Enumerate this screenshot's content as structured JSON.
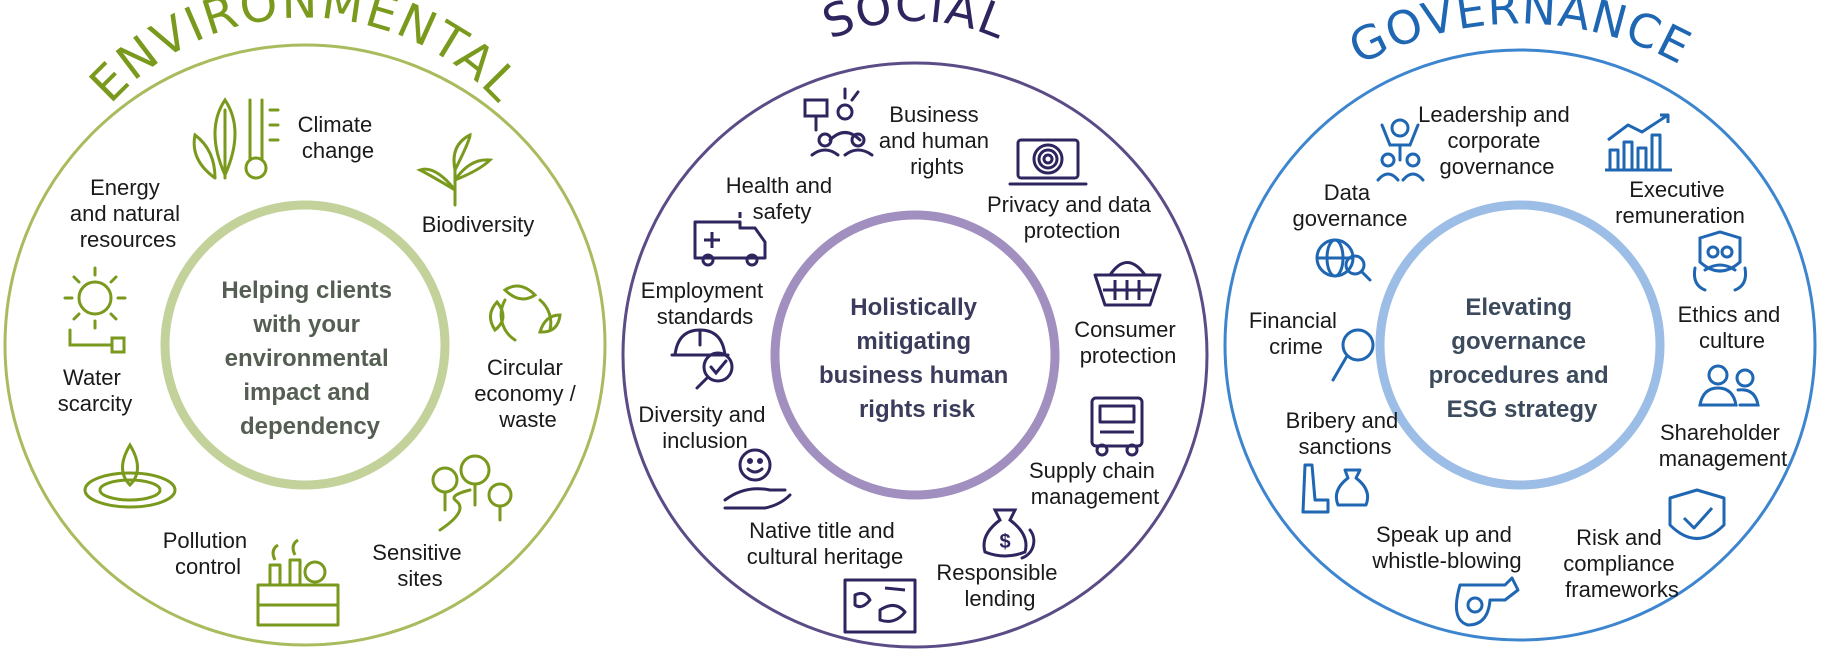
{
  "colors": {
    "environmental": "#7a9a1e",
    "environmental_inner": "#c3d19a",
    "environmental_center_text": "#555e52",
    "social": "#2f255e",
    "social_ring": "#5b4b86",
    "social_inner": "#a08fbf",
    "social_center_text": "#3b3b5c",
    "governance": "#1f66b3",
    "governance_ring": "#3d86cf",
    "governance_inner": "#9bbde6",
    "governance_center_text": "#3b4a5c",
    "label_text": "#1a1a1a"
  },
  "environmental": {
    "title": "ENVIRONMENTAL",
    "center": [
      "Helping clients",
      "with your",
      "environmental",
      "impact and",
      "dependency"
    ],
    "items": [
      {
        "lines": [
          "Climate",
          "change"
        ],
        "icon": "plant-thermometer-icon"
      },
      {
        "lines": [
          "Biodiversity"
        ],
        "icon": "leaf-sprout-icon"
      },
      {
        "lines": [
          "Circular",
          "economy /",
          "waste"
        ],
        "icon": "recycle-leaves-icon"
      },
      {
        "lines": [
          "Sensitive",
          "sites"
        ],
        "icon": "trees-path-icon"
      },
      {
        "lines": [
          "Pollution",
          "control"
        ],
        "icon": "factory-icon"
      },
      {
        "lines": [
          "Water",
          "scarcity"
        ],
        "icon": "water-drop-icon"
      },
      {
        "lines": [
          "Energy",
          "and natural",
          "resources"
        ],
        "icon": "sun-plug-icon"
      }
    ]
  },
  "social": {
    "title": "SOCIAL",
    "center": [
      "Holistically",
      "mitigating",
      "business human",
      "rights risk"
    ],
    "items": [
      {
        "lines": [
          "Business",
          "and human",
          "rights"
        ],
        "icon": "protest-people-icon"
      },
      {
        "lines": [
          "Privacy and data",
          "protection"
        ],
        "icon": "fingerprint-laptop-icon"
      },
      {
        "lines": [
          "Consumer",
          "protection"
        ],
        "icon": "shopping-basket-icon"
      },
      {
        "lines": [
          "Supply chain",
          "management"
        ],
        "icon": "truck-icon"
      },
      {
        "lines": [
          "Responsible",
          "lending"
        ],
        "icon": "money-bag-icon"
      },
      {
        "lines": [
          "Native title and",
          "cultural heritage"
        ],
        "icon": "map-icon"
      },
      {
        "lines": [
          "Diversity and",
          "inclusion"
        ],
        "icon": "smile-hand-icon"
      },
      {
        "lines": [
          "Employment",
          "standards"
        ],
        "icon": "hardhat-check-icon"
      },
      {
        "lines": [
          "Health and",
          "safety"
        ],
        "icon": "ambulance-icon"
      }
    ]
  },
  "governance": {
    "title": "GOVERNANCE",
    "center": [
      "Elevating",
      "governance",
      "procedures and",
      "ESG strategy"
    ],
    "items": [
      {
        "lines": [
          "Leadership and",
          "corporate",
          "governance"
        ],
        "icon": "leadership-people-icon"
      },
      {
        "lines": [
          "Executive",
          "remuneration"
        ],
        "icon": "bar-chart-growth-icon"
      },
      {
        "lines": [
          "Ethics and",
          "culture"
        ],
        "icon": "people-shield-icon"
      },
      {
        "lines": [
          "Shareholder",
          "management"
        ],
        "icon": "shareholders-icon"
      },
      {
        "lines": [
          "Risk and",
          "compliance",
          "frameworks"
        ],
        "icon": "shield-check-icon"
      },
      {
        "lines": [
          "Speak up and",
          "whistle-blowing"
        ],
        "icon": "whistle-icon"
      },
      {
        "lines": [
          "Bribery and",
          "sanctions"
        ],
        "icon": "bribery-bag-icon"
      },
      {
        "lines": [
          "Financial",
          "crime"
        ],
        "icon": "magnifier-icon"
      },
      {
        "lines": [
          "Data",
          "governance"
        ],
        "icon": "globe-search-icon"
      }
    ]
  }
}
